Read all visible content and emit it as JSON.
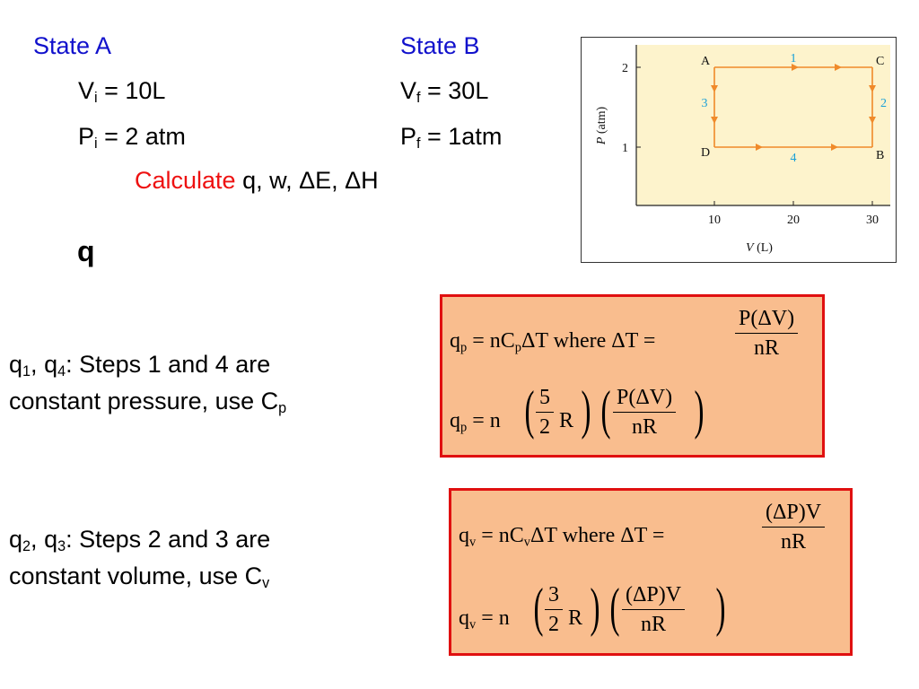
{
  "state_a": {
    "title": "State A",
    "v_sym": "V",
    "v_sub": "i",
    "v_val": " = 10L",
    "p_sym": "P",
    "p_sub": "i",
    "p_val": " = 2 atm"
  },
  "state_b": {
    "title": "State B",
    "v_sym": "V",
    "v_sub": "f",
    "v_val": " = 30L",
    "p_sym": "P",
    "p_sub": "f",
    "p_val": " = 1atm"
  },
  "task": {
    "label": "Calculate",
    "items": " q, w, ΔE, ΔH"
  },
  "section_heading": "q",
  "cp_note": {
    "q1": "q",
    "q1_sub": "1",
    "sep": ", ",
    "q4": "q",
    "q4_sub": "4",
    "rest": ": Steps 1 and 4 are",
    "line2": "constant pressure, use C",
    "line2_sub": "p"
  },
  "cv_note": {
    "q2": "q",
    "q2_sub": "2",
    "sep": ", ",
    "q3": "q",
    "q3_sub": "3",
    "rest": ": Steps 2 and 3 are",
    "line2": "constant volume, use C",
    "line2_sub": "v"
  },
  "formula_p": {
    "l1_q": "q",
    "l1_qsub": "p",
    "l1_eq": " = nC",
    "l1_csub": "p",
    "l1_rest": "ΔT where ΔT = ",
    "l1_num": "P(ΔV)",
    "l1_den": "nR",
    "l2_q": "q",
    "l2_qsub": "p",
    "l2_eq": " = n",
    "l2_f1_num": "5",
    "l2_f1_den": "2",
    "l2_r": "R",
    "l2_f2_num": "P(ΔV)",
    "l2_f2_den": "nR"
  },
  "formula_v": {
    "l1_q": "q",
    "l1_qsub": "v",
    "l1_eq": " = nC",
    "l1_csub": "v",
    "l1_rest": "ΔT where ΔT = ",
    "l1_num": "(ΔP)V",
    "l1_den": "nR",
    "l2_q": "q",
    "l2_qsub": "v",
    "l2_eq": " = n",
    "l2_f1_num": "3",
    "l2_f1_den": "2",
    "l2_r": "R",
    "l2_f2_num": "(ΔP)V",
    "l2_f2_den": "nR"
  },
  "graph": {
    "y_ticks": [
      "2",
      "1"
    ],
    "x_ticks": [
      "10",
      "20",
      "30"
    ],
    "y_label_var": "P",
    "y_label_unit": " (atm)",
    "x_label_var": "V",
    "x_label_unit": " (L)",
    "points": [
      "A",
      "C",
      "D",
      "B"
    ],
    "steps": [
      "1",
      "2",
      "3",
      "4"
    ],
    "path_color": "#f08a2a",
    "step_label_color": "#1aa0d8",
    "plot_bg": "#fdf3cc"
  }
}
